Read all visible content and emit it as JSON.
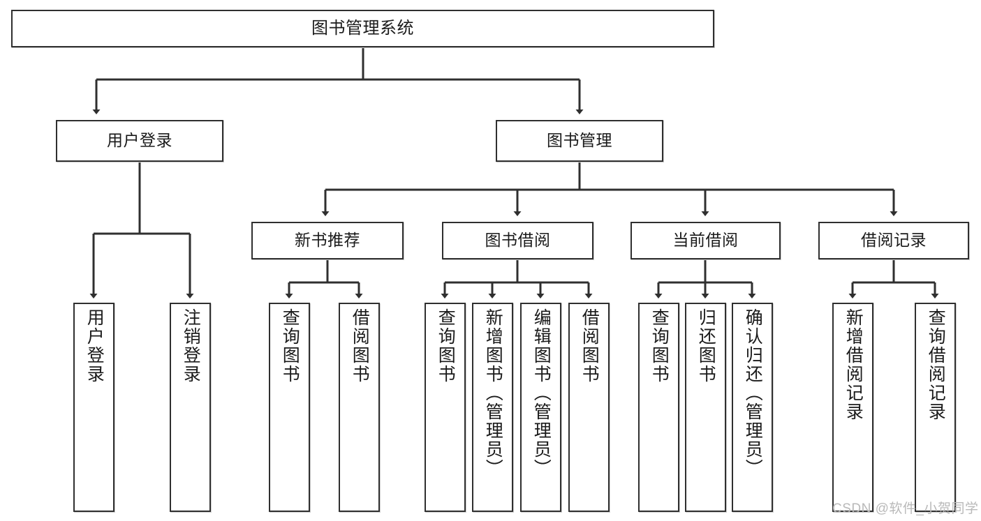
{
  "diagram": {
    "title": "图书管理系统",
    "type": "hierarchy-tree",
    "watermark": "CSDN @软件_小贺同学",
    "colors": {
      "stroke": "#2f2f2f",
      "fill": "#ffffff",
      "text": "#1a1a1a",
      "watermark": "#b9b9b9"
    },
    "levels": {
      "root": {
        "label": "图书管理系统"
      },
      "level2": [
        {
          "label": "用户登录"
        },
        {
          "label": "图书管理"
        }
      ],
      "level3": [
        {
          "label": "新书推荐"
        },
        {
          "label": "图书借阅"
        },
        {
          "label": "当前借阅"
        },
        {
          "label": "借阅记录"
        }
      ],
      "leaves": {
        "user_login": [
          {
            "label": "用户登录"
          },
          {
            "label": "注销登录"
          }
        ],
        "new_book_recommend": [
          {
            "label": "查询图书"
          },
          {
            "label": "借阅图书"
          }
        ],
        "book_borrow": [
          {
            "label": "查询图书"
          },
          {
            "label": "新增图书（管理员）"
          },
          {
            "label": "编辑图书（管理员）"
          },
          {
            "label": "借阅图书"
          }
        ],
        "current_borrow": [
          {
            "label": "查询图书"
          },
          {
            "label": "归还图书"
          },
          {
            "label": "确认归还（管理员）"
          }
        ],
        "borrow_record": [
          {
            "label": "新增借阅记录"
          },
          {
            "label": "查询借阅记录"
          }
        ]
      }
    }
  }
}
